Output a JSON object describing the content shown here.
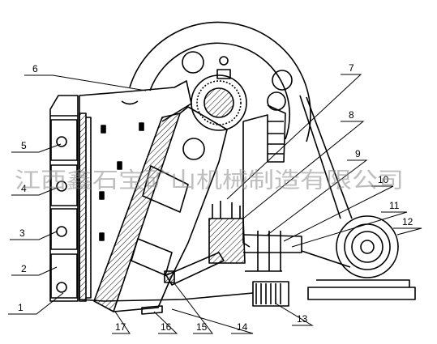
{
  "diagram": {
    "watermark": "江西鑫石宝矿山机械制造有限公司",
    "part_labels": {
      "p1": "1",
      "p2": "2",
      "p3": "3",
      "p4": "4",
      "p5": "5",
      "p6": "6",
      "p7": "7",
      "p8": "8",
      "p9": "9",
      "p10": "10",
      "p11": "11",
      "p12": "12",
      "p13": "13",
      "p14": "14",
      "p15": "15",
      "p16": "16",
      "p17": "17"
    }
  },
  "colors": {
    "ink": "#000000",
    "watermark": "#8a8a8a",
    "background": "#ffffff"
  }
}
